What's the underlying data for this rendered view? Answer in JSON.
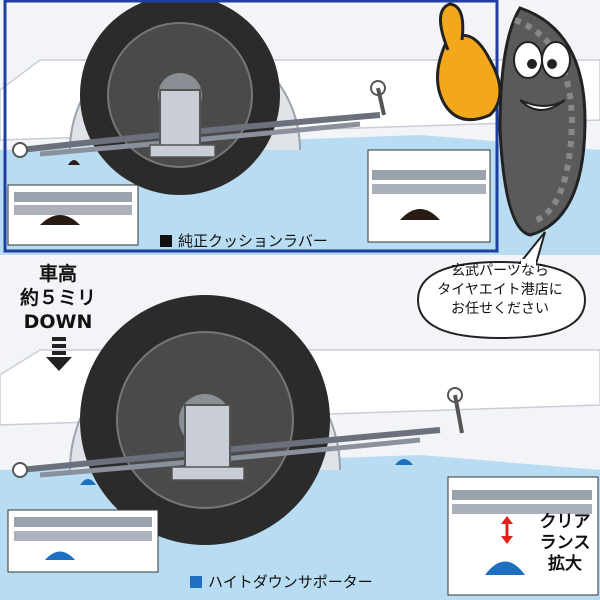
{
  "top_panel": {
    "caption": "純正クッションラバー",
    "caption_marker_color": "#111111"
  },
  "bottom_panel": {
    "caption": "ハイトダウンサポーター",
    "caption_marker_color": "#1e6fc0",
    "lowered_label": [
      "車高",
      "約５ミリ",
      "DOWN"
    ],
    "clearance_label": [
      "クリア",
      "ランス",
      "拡大"
    ]
  },
  "speech_bubble": [
    "玄武パーツなら",
    "タイヤエイト港店に",
    "お任せください"
  ],
  "colors": {
    "panel_border": "#1e3fa0",
    "ground": "#b8dcf2",
    "car_body": "#f4f5f7",
    "tire": "#2b2b2b",
    "bump_stop_original": "#2a1a14",
    "bump_stop_support": "#1e6fc0",
    "clearance_arrow": "#e0201a",
    "mascot_glove": "#f2a81a"
  },
  "icons": [
    "down-arrow-icon",
    "clearance-arrow-icon",
    "mascot-tire-character"
  ]
}
